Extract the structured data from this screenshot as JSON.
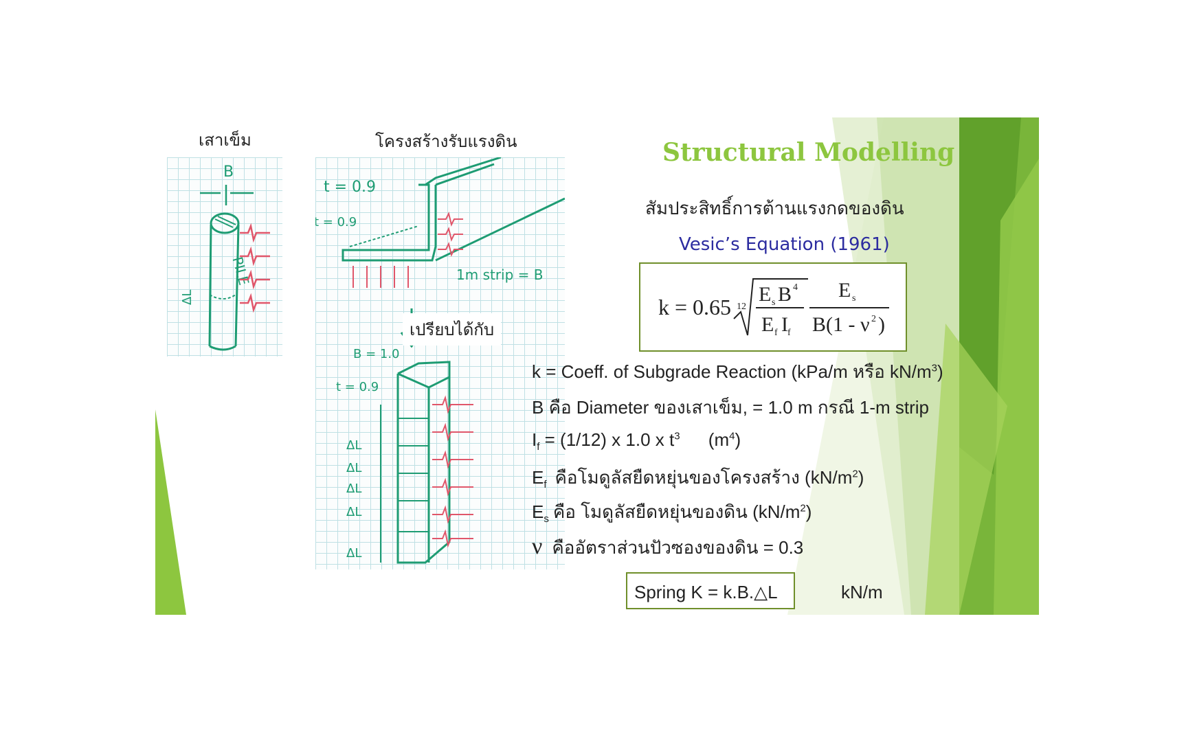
{
  "slide": {
    "caption_pile": "เสาเข็ม",
    "caption_wall": "โครงสร้างรับแรงดิน",
    "compare_label": "เปรียบได้กับ",
    "title": "Structural Modelling",
    "subtitle_thai": "สัมประสิทธิ์การต้านแรงกดของดิน",
    "vesic": "Vesic’s Equation (1961)",
    "formula": {
      "k": "k = 0.65",
      "root_index": "12",
      "num1_base": "E",
      "num1_sub": "s",
      "num1_base2": "B",
      "num1_sup": "4",
      "den1_base": "E",
      "den1_sub": "f",
      "den1_base2": "I",
      "den1_sub2": "f",
      "num2_base": "E",
      "num2_sub": "s",
      "den2": "B(1 - ν",
      "den2_sup": "2",
      "den2_end": ")"
    },
    "lines": {
      "k_def": "k = Coeff. of Subgrade Reaction (kPa/m หรือ kN/m",
      "k_def_sup": "3",
      "k_def_end": ")",
      "b_def": "B คือ Diameter ของเสาเข็ม, = 1.0 m กรณี 1-m strip",
      "if_sym": "I",
      "if_sub": "f",
      "if_eq": " = (1/12) x 1.0 x t",
      "if_sup": "3",
      "if_unit": "(m",
      "if_unit_sup": "4",
      "if_unit_end": ")",
      "ef_sym": "E",
      "ef_sub": "f",
      "ef_text": "คือโมดูลัสยืดหยุ่นของโครงสร้าง (kN/m",
      "ef_sup": "2",
      "ef_end": ")",
      "es_sym": "E",
      "es_sub": "s",
      "es_text": "คือ โมดูลัสยืดหยุ่นของดิน (kN/m",
      "es_sup": "2",
      "es_end": ")",
      "nu_sym": "ν",
      "nu_text": "คืออัตราส่วนปัวซองของดิน = 0.3"
    },
    "spring": "Spring  K = k.B.△L",
    "spring_unit": "kN/m",
    "sketch": {
      "pile_B": "B",
      "pile_label": "PILE",
      "pile_dL": "ΔL",
      "wall_t1": "t = 0.9",
      "wall_t2": "t = 0.9",
      "wall_strip": "1m strip = B",
      "beam_B": "B = 1.0",
      "beam_t": "t = 0.9",
      "beam_dL": "ΔL"
    },
    "colors": {
      "accent": "#8dc63f",
      "title": "#8dc63f",
      "vesic": "#2c2ca0",
      "ink_green": "#1e9c73",
      "ink_red": "#e0566a",
      "box_border": "#6f8f2a"
    }
  }
}
